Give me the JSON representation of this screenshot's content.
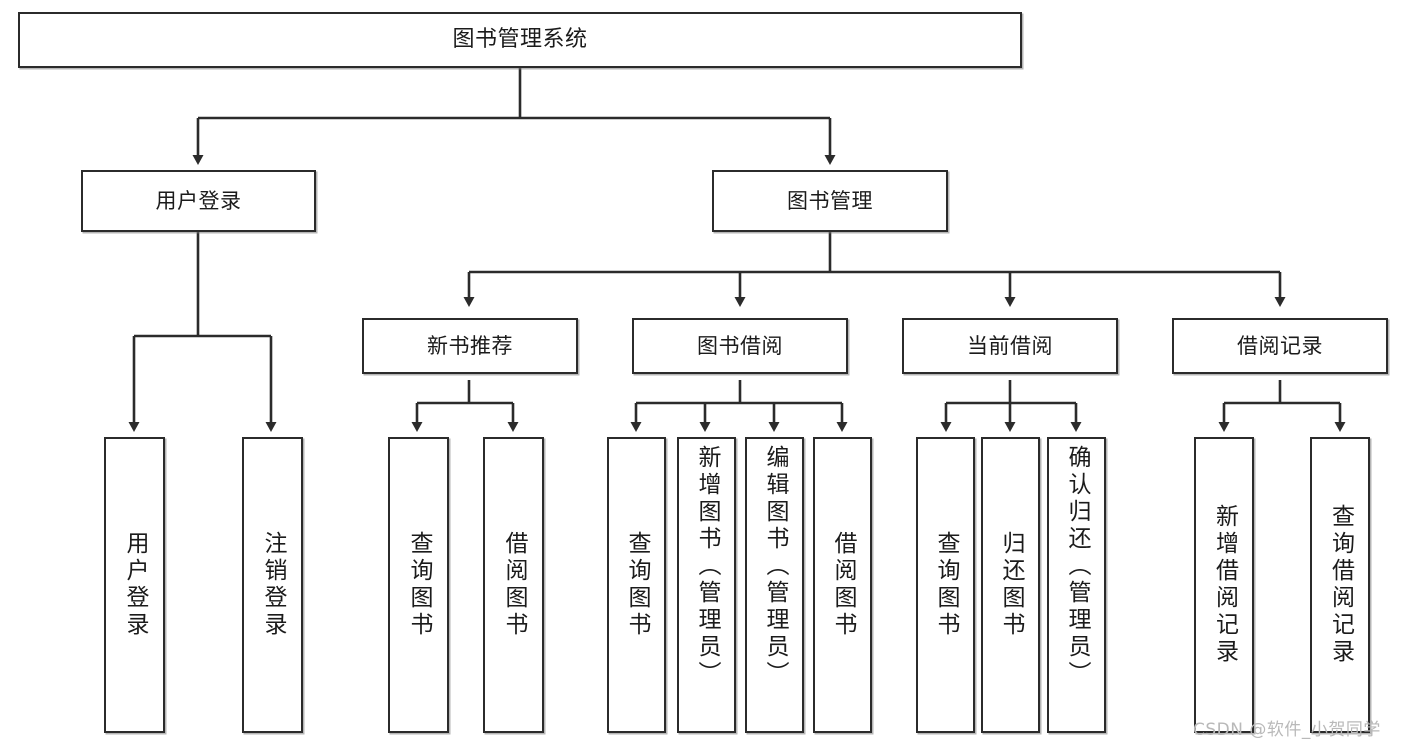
{
  "diagram": {
    "type": "tree",
    "title_node": "图书管理系统",
    "watermark": "CSDN @软件_小贺同学",
    "colors": {
      "stroke": "#2b2b2b",
      "fill": "#ffffff",
      "text": "#1b1b1b",
      "watermark": "#b9b9b9"
    },
    "nodes": {
      "root": "图书管理系统",
      "l2": [
        "用户登录",
        "图书管理"
      ],
      "l3": [
        "新书推荐",
        "图书借阅",
        "当前借阅",
        "借阅记录"
      ],
      "leaves_login": [
        "用户登录",
        "注销登录"
      ],
      "leaves_newbook": [
        "查询图书",
        "借阅图书"
      ],
      "leaves_borrow": [
        "查询图书",
        "新增图书（管理员）",
        "编辑图书（管理员）",
        "借阅图书"
      ],
      "leaves_current": [
        "查询图书",
        "归还图书",
        "确认归还（管理员）"
      ],
      "leaves_records": [
        "新增借阅记录",
        "查询借阅记录"
      ]
    }
  }
}
